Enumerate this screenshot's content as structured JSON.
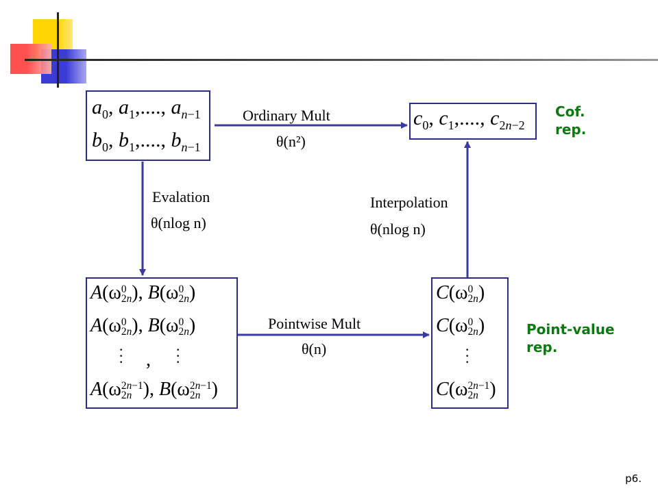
{
  "colors": {
    "accent_green": "#0a7a10",
    "box_border": "#2b2b8c",
    "arrow": "#3a3aa0"
  },
  "labels": {
    "ordinary_mult": "Ordinary  Mult",
    "ordinary_cost": "θ(n²)",
    "evaluation": "Evalation",
    "evaluation_cost": "θ(nlog n)",
    "interpolation": "Interpolation",
    "interpolation_cost": "θ(nlog n)",
    "pointwise_mult": "Pointwise  Mult",
    "pointwise_cost": "θ(n)"
  },
  "side_labels": {
    "cof_line1": "Cof.",
    "cof_line2": "rep.",
    "pv_line1": "Point-value",
    "pv_line2": "rep."
  },
  "page_number": "p6."
}
